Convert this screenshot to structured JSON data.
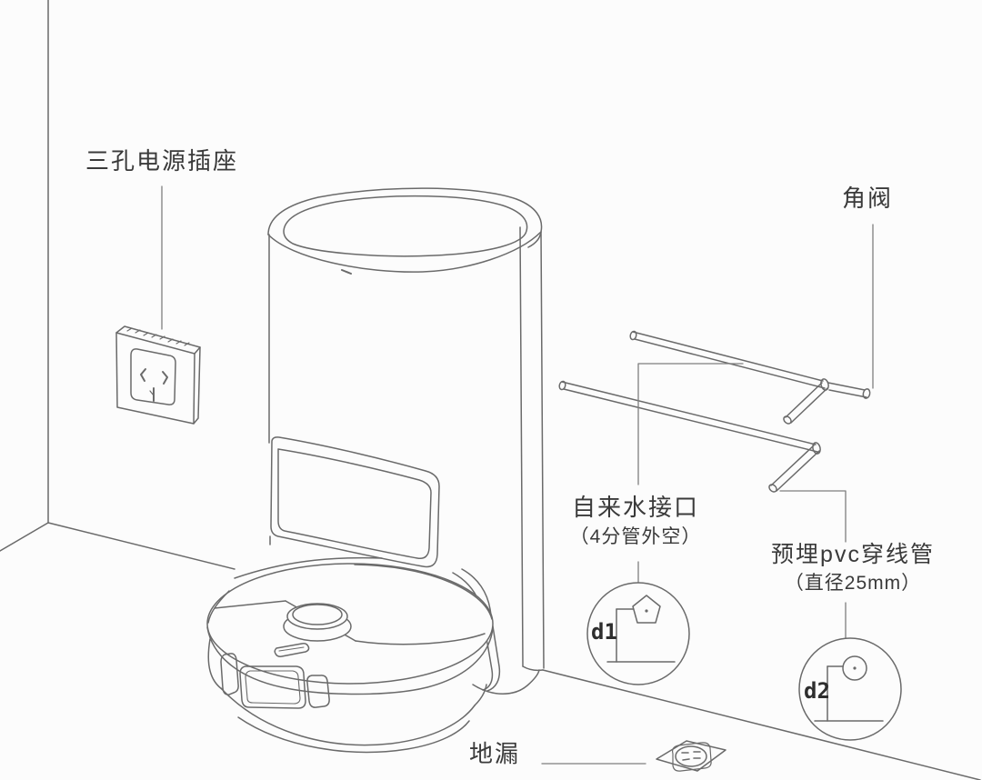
{
  "title": "robot-vacuum-dock-installation-diagram",
  "colors": {
    "background": "#fcfcfc",
    "line": "#6a6a6a",
    "leader": "#7e7e7e",
    "text": "#3a3a3a"
  },
  "labels": {
    "power_outlet": "三孔电源插座",
    "angle_valve": "角阀",
    "water_inlet": "自来水接口",
    "water_inlet_note": "（4分管外空）",
    "pvc_conduit": "预埋pvc穿线管",
    "pvc_conduit_note": "（直径25mm）",
    "floor_drain": "地漏",
    "dim_d1": "d1",
    "dim_d2": "d2"
  },
  "illustration_parts": [
    "room-corner-walls",
    "three-hole-power-outlet",
    "dock-station-tower",
    "dock-front-panel",
    "robot-vacuum",
    "lidar-turret",
    "water-supply-pipe",
    "pvc-conduit-pipe",
    "detail-circle-d1",
    "detail-circle-d2",
    "floor-drain"
  ]
}
